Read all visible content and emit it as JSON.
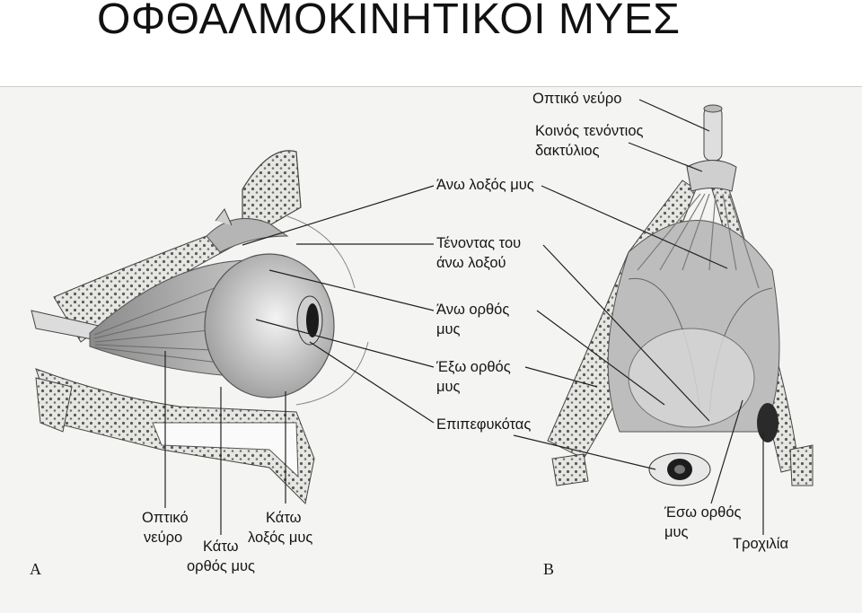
{
  "title": "ΟΦΘΑΛΜΟΚΙΝΗΤΙΚΟΙ ΜΥΕΣ",
  "panels": {
    "a": "A",
    "b": "B"
  },
  "labels": {
    "optic_nerve_top": "Οπτικό νεύρο",
    "common_tendinous_ring_1": "Κοινός τενόντιος",
    "common_tendinous_ring_2": "δακτύλιος",
    "superior_oblique": "Άνω λοξός μυς",
    "sup_oblique_tendon_1": "Τένοντας του",
    "sup_oblique_tendon_2": "άνω λοξού",
    "superior_rectus_1": "Άνω ορθός",
    "superior_rectus_2": "μυς",
    "lateral_rectus_1": "Έξω ορθός",
    "lateral_rectus_2": "μυς",
    "conjunctiva": "Επιπεφυκότας",
    "optic_nerve_left_1": "Οπτικό",
    "optic_nerve_left_2": "νεύρο",
    "inferior_oblique_1": "Κάτω",
    "inferior_oblique_2": "λοξός μυς",
    "inferior_rectus_1": "Κάτω",
    "inferior_rectus_2": "ορθός μυς",
    "medial_rectus_1": "Έσω ορθός",
    "medial_rectus_2": "μυς",
    "trochlea": "Τροχιλία"
  }
}
